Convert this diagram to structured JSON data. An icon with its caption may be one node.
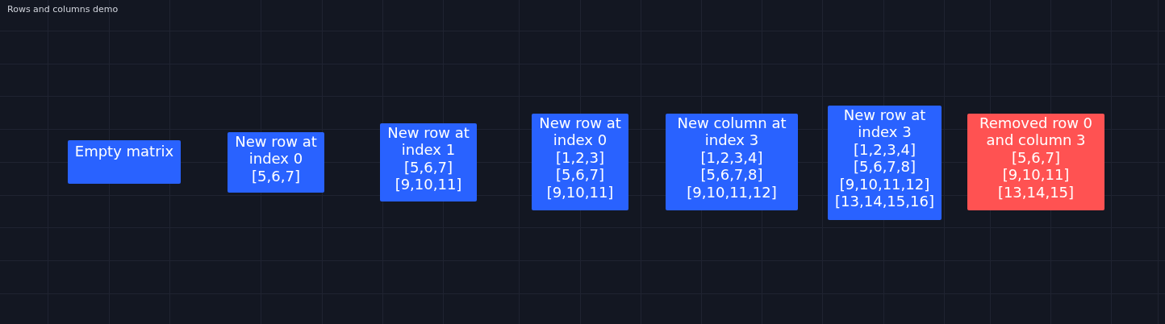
{
  "diagram": {
    "title": "Rows and columns demo",
    "nodes": [
      {
        "text": [
          "Empty matrix"
        ]
      },
      {
        "text": [
          "New row at index 0",
          "[5,6,7]"
        ]
      },
      {
        "text": [
          "New row at index 1",
          "[5,6,7]",
          "[9,10,11]"
        ]
      },
      {
        "text": [
          "New row at index 0",
          "[1,2,3]",
          "[5,6,7]",
          "[9,10,11]"
        ]
      },
      {
        "text": [
          "New column at index 3",
          "[1,2,3,4]",
          "[5,6,7,8]",
          "[9,10,11,12]"
        ]
      },
      {
        "text": [
          "New row at index 3",
          "[1,2,3,4]",
          "[5,6,7,8]",
          "[9,10,11,12]",
          "[13,14,15,16]"
        ]
      },
      {
        "text": [
          "Removed row 0 and column 3",
          "[5,6,7]",
          "[9,10,11]",
          "[13,14,15]"
        ]
      }
    ]
  }
}
